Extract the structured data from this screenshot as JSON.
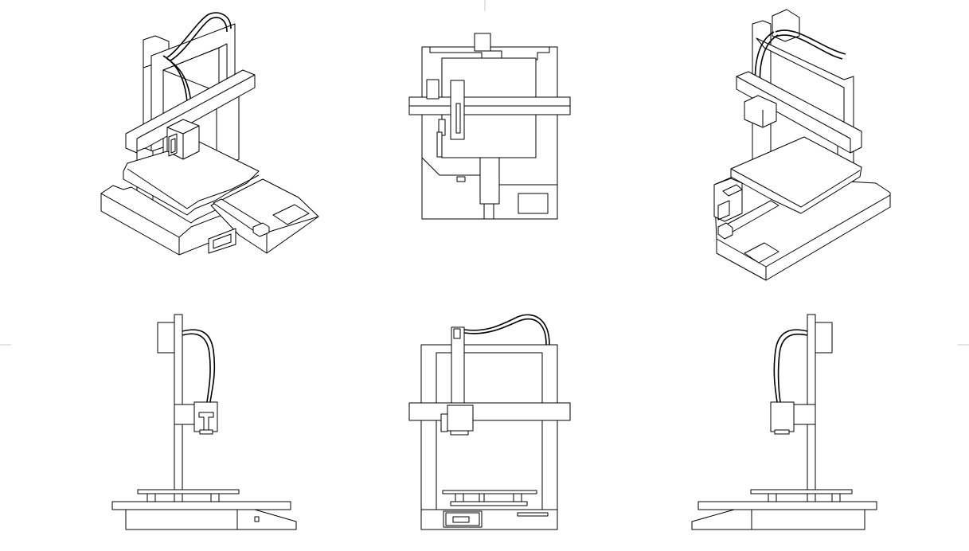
{
  "drawing": {
    "subject": "3d-printer",
    "line_color": "#000000",
    "background": "#ffffff",
    "views": [
      {
        "id": "iso-front-left",
        "kind": "isometric"
      },
      {
        "id": "top",
        "kind": "orthographic"
      },
      {
        "id": "iso-back-right",
        "kind": "isometric"
      },
      {
        "id": "left",
        "kind": "orthographic"
      },
      {
        "id": "front",
        "kind": "orthographic"
      },
      {
        "id": "right",
        "kind": "orthographic"
      }
    ]
  }
}
